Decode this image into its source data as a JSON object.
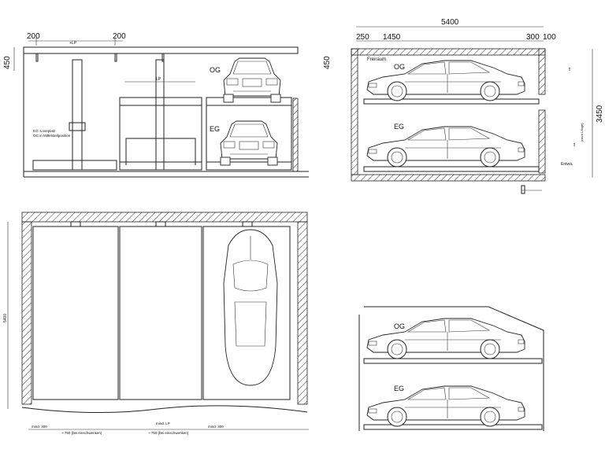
{
  "front_view": {
    "dim_left": "200",
    "dim_right": "200",
    "dim_top_mid": "+LP",
    "dim_height": "450",
    "dim_lp": "LP",
    "level_upper": "OG",
    "level_lower": "EG",
    "note_line1": "EG: Loseplatz",
    "note_line2": "OG in Mittelstellposition"
  },
  "side_view": {
    "dim_total": "5400",
    "dim_250": "250",
    "dim_1450": "1450",
    "dim_300": "300",
    "dim_100": "100",
    "dim_450": "450",
    "dim_3450": "3450",
    "label_free": "Freiraum",
    "level_upper": "OG",
    "level_lower": "EG",
    "small_a": "ca.",
    "small_b": "(nach Länge)",
    "small_c": "ca.",
    "drain": "Entwä."
  },
  "plan_view": {
    "dim_depth": "5400",
    "dim_a": "mind. 300",
    "dim_b": "~ 750 (bei einschwenken)",
    "dim_c": "~ 750 (bei einschwenken)",
    "dim_d": "mind. LP",
    "dim_e": "mind. 300"
  },
  "side_view_2": {
    "level_upper": "OG",
    "level_lower": "EG"
  }
}
